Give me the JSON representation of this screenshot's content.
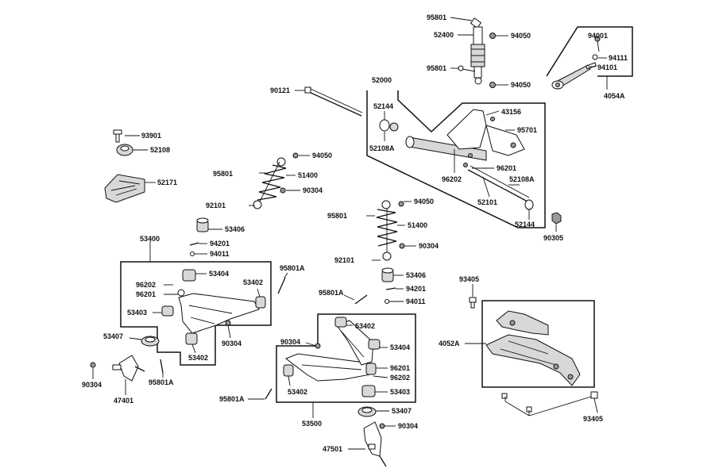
{
  "labels": {
    "p95801_top": "95801",
    "p52400": "52400",
    "p94050_a": "94050",
    "p95801_b": "95801",
    "p94050_b": "94050",
    "p94001": "94001",
    "p94111": "94111",
    "p94101": "94101",
    "p4054A": "4054A",
    "p90121": "90121",
    "p52000": "52000",
    "p52144_a": "52144",
    "p52108A_a": "52108A",
    "p43156": "43156",
    "p95701": "95701",
    "p96201_a": "96201",
    "p96202_a": "96202",
    "p52108A_b": "52108A",
    "p52101": "52101",
    "p52144_b": "52144",
    "p90305": "90305",
    "p93901": "93901",
    "p52108": "52108",
    "p52171": "52171",
    "p94050_c": "94050",
    "p95801_c": "95801",
    "p51400_a": "51400",
    "p92101_a": "92101",
    "p90304_a": "90304",
    "p53406_a": "53406",
    "p94050_d": "94050",
    "p95801_d": "95801",
    "p51400_b": "51400",
    "p90304_b": "90304",
    "p92101_b": "92101",
    "p53400": "53400",
    "p94201_a": "94201",
    "p94011_a": "94011",
    "p53404_a": "53404",
    "p96202_b": "96202",
    "p96201_b": "96201",
    "p53402_a": "53402",
    "p95801A_a": "95801A",
    "p53403_a": "53403",
    "p53407_a": "53407",
    "p53402_b": "53402",
    "p90304_c": "90304",
    "p90304_d": "90304",
    "p95801A_b": "95801A",
    "p47401": "47401",
    "p53406_b": "53406",
    "p95801A_c": "95801A",
    "p94201_b": "94201",
    "p94011_b": "94011",
    "p53402_c": "53402",
    "p90304_e": "90304",
    "p53404_b": "53404",
    "p96201_c": "96201",
    "p96202_c": "96202",
    "p53402_d": "53402",
    "p53403_b": "53403",
    "p95801A_d": "95801A",
    "p53500": "53500",
    "p53407_b": "53407",
    "p90304_f": "90304",
    "p47501": "47501",
    "p93405_a": "93405",
    "p4052A": "4052A",
    "p93405_b": "93405"
  }
}
